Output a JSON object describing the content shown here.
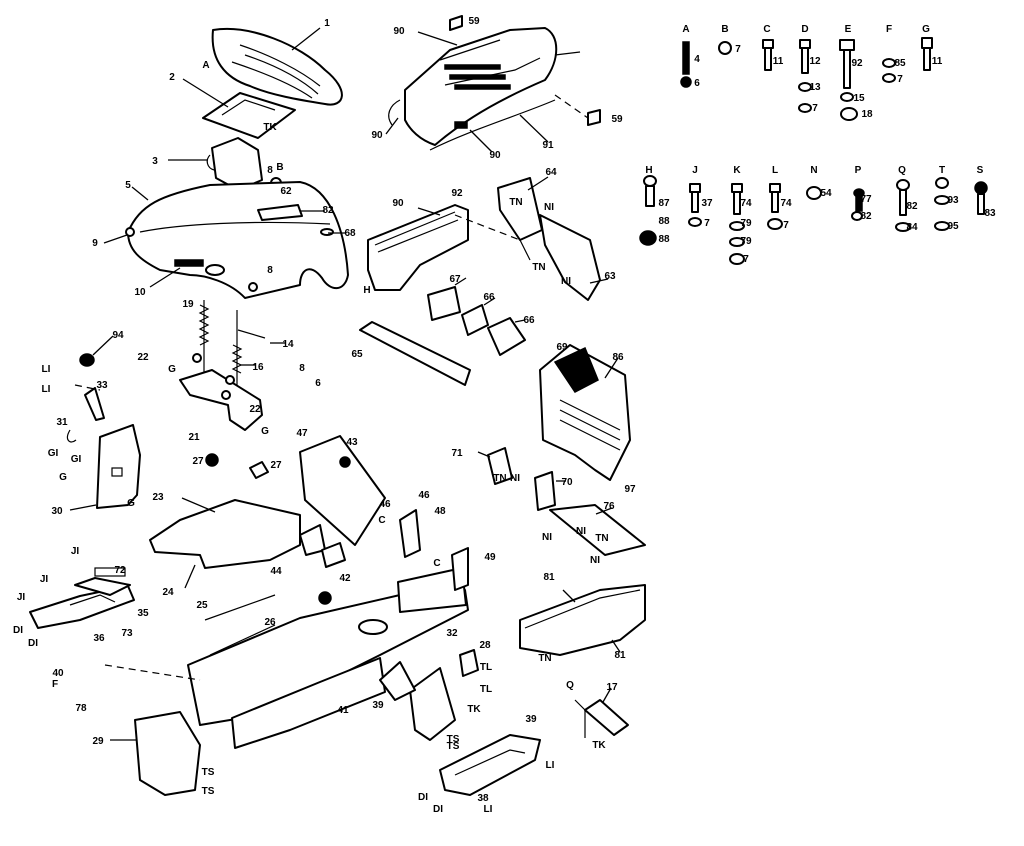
{
  "callouts": [
    {
      "id": "c1",
      "text": "1"
    },
    {
      "id": "c2",
      "text": "2"
    },
    {
      "id": "c3",
      "text": "3"
    },
    {
      "id": "c5",
      "text": "5"
    },
    {
      "id": "c9",
      "text": "9"
    },
    {
      "id": "c10",
      "text": "10"
    },
    {
      "id": "c8a",
      "text": "8"
    },
    {
      "id": "c8b",
      "text": "8"
    },
    {
      "id": "c8c",
      "text": "8"
    },
    {
      "id": "c62",
      "text": "62"
    },
    {
      "id": "c82",
      "text": "82"
    },
    {
      "id": "c68",
      "text": "68"
    },
    {
      "id": "c19",
      "text": "19"
    },
    {
      "id": "c14",
      "text": "14"
    },
    {
      "id": "c16",
      "text": "16"
    },
    {
      "id": "c22a",
      "text": "22"
    },
    {
      "id": "c22b",
      "text": "22"
    },
    {
      "id": "c21",
      "text": "21"
    },
    {
      "id": "c94",
      "text": "94"
    },
    {
      "id": "c33",
      "text": "33"
    },
    {
      "id": "c31",
      "text": "31"
    },
    {
      "id": "c30",
      "text": "30"
    },
    {
      "id": "c27a",
      "text": "27"
    },
    {
      "id": "c27b",
      "text": "27"
    },
    {
      "id": "c23",
      "text": "23"
    },
    {
      "id": "c24",
      "text": "24"
    },
    {
      "id": "c47",
      "text": "47"
    },
    {
      "id": "c43",
      "text": "43"
    },
    {
      "id": "c46a",
      "text": "46"
    },
    {
      "id": "c46b",
      "text": "46"
    },
    {
      "id": "c48",
      "text": "48"
    },
    {
      "id": "c49",
      "text": "49"
    },
    {
      "id": "c44",
      "text": "44"
    },
    {
      "id": "c42",
      "text": "42"
    },
    {
      "id": "c72",
      "text": "72"
    },
    {
      "id": "c35",
      "text": "35"
    },
    {
      "id": "c36",
      "text": "36"
    },
    {
      "id": "c73",
      "text": "73"
    },
    {
      "id": "c40",
      "text": "40"
    },
    {
      "id": "c78",
      "text": "78"
    },
    {
      "id": "c25",
      "text": "25"
    },
    {
      "id": "c26",
      "text": "26"
    },
    {
      "id": "c29",
      "text": "29"
    },
    {
      "id": "c39a",
      "text": "39"
    },
    {
      "id": "c41",
      "text": "41"
    },
    {
      "id": "c32",
      "text": "32"
    },
    {
      "id": "c28",
      "text": "28"
    },
    {
      "id": "c38",
      "text": "38"
    },
    {
      "id": "c39b",
      "text": "39"
    },
    {
      "id": "c17",
      "text": "17"
    },
    {
      "id": "c59a",
      "text": "59"
    },
    {
      "id": "c59b",
      "text": "59"
    },
    {
      "id": "c90a",
      "text": "90"
    },
    {
      "id": "c90b",
      "text": "90"
    },
    {
      "id": "c90c",
      "text": "90"
    },
    {
      "id": "c90d",
      "text": "90"
    },
    {
      "id": "c91",
      "text": "91"
    },
    {
      "id": "c64",
      "text": "64"
    },
    {
      "id": "c92",
      "text": "92"
    },
    {
      "id": "c63",
      "text": "63"
    },
    {
      "id": "c67",
      "text": "67"
    },
    {
      "id": "c66a",
      "text": "66"
    },
    {
      "id": "c66b",
      "text": "66"
    },
    {
      "id": "c65",
      "text": "65"
    },
    {
      "id": "c69",
      "text": "69"
    },
    {
      "id": "c86",
      "text": "86"
    },
    {
      "id": "c71",
      "text": "71"
    },
    {
      "id": "c70",
      "text": "70"
    },
    {
      "id": "c97",
      "text": "97"
    },
    {
      "id": "c76",
      "text": "76"
    },
    {
      "id": "c81a",
      "text": "81"
    },
    {
      "id": "c81b",
      "text": "81"
    },
    {
      "id": "c6",
      "text": "6"
    }
  ],
  "hardware": [
    {
      "letter": "A",
      "parts": [
        "4",
        "6"
      ]
    },
    {
      "letter": "B",
      "parts": [
        "7"
      ]
    },
    {
      "letter": "C",
      "parts": [
        "11"
      ]
    },
    {
      "letter": "D",
      "parts": [
        "12",
        "13",
        "7"
      ]
    },
    {
      "letter": "E",
      "parts": [
        "92",
        "15",
        "18"
      ]
    },
    {
      "letter": "F",
      "parts": [
        "85",
        "7"
      ]
    },
    {
      "letter": "G",
      "parts": [
        "11"
      ]
    },
    {
      "letter": "H",
      "parts": [
        "87",
        "88",
        "88"
      ]
    },
    {
      "letter": "J",
      "parts": [
        "37",
        "7"
      ]
    },
    {
      "letter": "K",
      "parts": [
        "74",
        "79",
        "79",
        "7"
      ]
    },
    {
      "letter": "L",
      "parts": [
        "74",
        "7"
      ]
    },
    {
      "letter": "N",
      "parts": [
        "54"
      ]
    },
    {
      "letter": "P",
      "parts": [
        "77",
        "82"
      ]
    },
    {
      "letter": "Q",
      "parts": [
        "82",
        "84"
      ]
    },
    {
      "letter": "T",
      "parts": [
        "93",
        "95"
      ]
    },
    {
      "letter": "S",
      "parts": [
        "83"
      ]
    }
  ],
  "refs": [
    {
      "id": "r1",
      "text": "A"
    },
    {
      "id": "r2",
      "text": "TK"
    },
    {
      "id": "r3",
      "text": "B"
    },
    {
      "id": "r4",
      "text": "G"
    },
    {
      "id": "r5",
      "text": "G"
    },
    {
      "id": "r6",
      "text": "LI"
    },
    {
      "id": "r7",
      "text": "LI"
    },
    {
      "id": "r8",
      "text": "GI"
    },
    {
      "id": "r9",
      "text": "GI"
    },
    {
      "id": "r10",
      "text": "G"
    },
    {
      "id": "r11",
      "text": "G"
    },
    {
      "id": "r12",
      "text": "JI"
    },
    {
      "id": "r13",
      "text": "JI"
    },
    {
      "id": "r14",
      "text": "JI"
    },
    {
      "id": "r15",
      "text": "DI"
    },
    {
      "id": "r16",
      "text": "DI"
    },
    {
      "id": "r17",
      "text": "F"
    },
    {
      "id": "r18",
      "text": "TS"
    },
    {
      "id": "r19",
      "text": "TS"
    },
    {
      "id": "r20",
      "text": "C"
    },
    {
      "id": "r21",
      "text": "C"
    },
    {
      "id": "r22",
      "text": "TL"
    },
    {
      "id": "r23",
      "text": "TL"
    },
    {
      "id": "r24",
      "text": "TS"
    },
    {
      "id": "r25",
      "text": "TS"
    },
    {
      "id": "r26",
      "text": "TK"
    },
    {
      "id": "r27",
      "text": "DI"
    },
    {
      "id": "r28",
      "text": "DI"
    },
    {
      "id": "r29",
      "text": "LI"
    },
    {
      "id": "r30",
      "text": "LI"
    },
    {
      "id": "r31",
      "text": "TK"
    },
    {
      "id": "r32",
      "text": "H"
    },
    {
      "id": "r33",
      "text": "TN"
    },
    {
      "id": "r34",
      "text": "NI"
    },
    {
      "id": "r35",
      "text": "TN"
    },
    {
      "id": "r36",
      "text": "NI"
    },
    {
      "id": "r37",
      "text": "TN"
    },
    {
      "id": "r38",
      "text": "NI"
    },
    {
      "id": "r39",
      "text": "NI"
    },
    {
      "id": "r40",
      "text": "NI"
    },
    {
      "id": "r41",
      "text": "TN"
    },
    {
      "id": "r42",
      "text": "NI"
    },
    {
      "id": "r43",
      "text": "TN"
    },
    {
      "id": "r44",
      "text": "Q"
    }
  ]
}
